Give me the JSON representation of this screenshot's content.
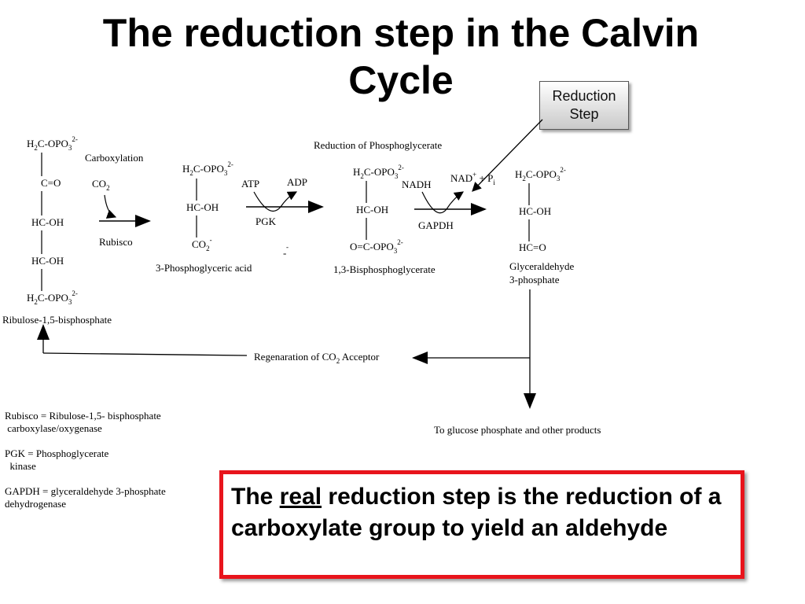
{
  "title": {
    "line1": "The reduction step in the Calvin",
    "line2": "Cycle"
  },
  "callout": {
    "line1": "Reduction",
    "line2": "Step"
  },
  "labels": {
    "carboxylation": "Carboxylation",
    "rubisco": "Rubisco",
    "ribulose_bisphosphate": "Ribulose-1,5-bisphosphate",
    "phosphoglyceric_acid": "3-Phosphoglyceric acid",
    "reduction_of_pg": "Reduction of Phosphoglycerate",
    "atp": "ATP",
    "adp": "ADP",
    "pgk": "PGK",
    "nadh": "NADH",
    "gapdh": "GAPDH",
    "bisphosphoglycerate": "1,3-Bisphosphoglycerate",
    "glyceraldehyde_line1": "Glyceraldehyde",
    "glyceraldehyde_line2": "3-phosphate",
    "to_glucose": "To glucose phosphate and other products",
    "regeneration_text": "Regenaration of CO",
    "regeneration_sub": "2",
    "regeneration_tail": " Acceptor",
    "stray_minus": "-"
  },
  "chem": {
    "h2c_opo3": {
      "a": "H",
      "sub": "2",
      "b": "C-OPO",
      "sub3": "3",
      "sup": "2-"
    },
    "c_eq_o": "C=O",
    "hc_oh": "HC-OH",
    "hc_eq_o": "HC=O",
    "co2": {
      "a": "CO",
      "sub": "2"
    },
    "co2_minus": {
      "a": "CO",
      "sub": "2",
      "sup": "-"
    },
    "o_eq_c_opo3": {
      "a": "O=C-OPO",
      "sub": "3",
      "sup": "2-"
    },
    "nad_pi": {
      "a": "NAD",
      "sup": "+",
      "b": " + P",
      "sub": "i"
    }
  },
  "legend": {
    "rubisco_line1": "Rubisco = Ribulose-1,5- bisphosphate",
    "rubisco_line2": " carboxylase/oxygenase",
    "pgk_line1": "PGK = Phosphoglycerate",
    "pgk_line2": "  kinase",
    "gapdh_line1": "GAPDH = glyceraldehyde 3-phosphate",
    "gapdh_line2": "dehydrogenase"
  },
  "note": {
    "before": "The ",
    "emphasis": "real",
    "after": " reduction step is the reduction of a carboxylate group to yield an aldehyde"
  },
  "colors": {
    "note_border": "#e8141c"
  }
}
